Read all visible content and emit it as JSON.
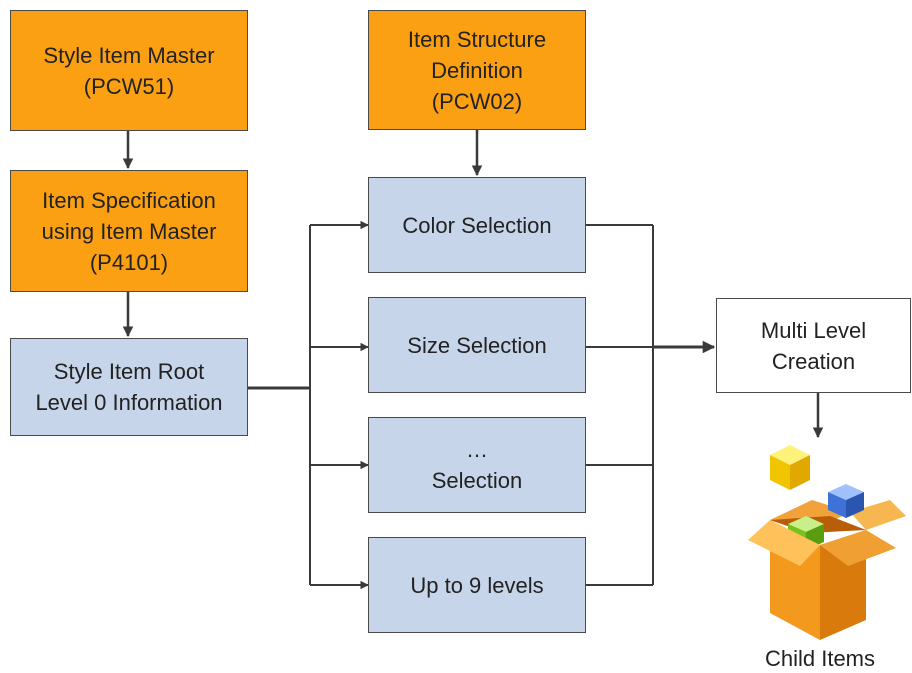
{
  "colors": {
    "orange_fill": "#fba012",
    "blue_fill": "#c6d5e9",
    "white_fill": "#ffffff",
    "stroke": "#4a4a4a",
    "arrow": "#3a3a3a"
  },
  "boxes": {
    "style_item_master": {
      "line1": "Style Item Master",
      "line2": "(PCW51)"
    },
    "item_specification": {
      "line1": "Item Specification",
      "line2": "using Item Master",
      "line3": "(P4101)"
    },
    "style_item_root": {
      "line1": "Style Item Root",
      "line2": "Level 0 Information"
    },
    "item_structure_definition": {
      "line1": "Item Structure",
      "line2": "Definition",
      "line3": "(PCW02)"
    },
    "color_selection": {
      "line1": "Color Selection"
    },
    "size_selection": {
      "line1": "Size Selection"
    },
    "ellipsis_selection": {
      "line1": "…",
      "line2": "Selection"
    },
    "up_to_9_levels": {
      "line1": "Up to 9 levels"
    },
    "multi_level_creation": {
      "line1": "Multi Level",
      "line2": "Creation"
    }
  },
  "child_items": {
    "label": "Child Items",
    "icon": "open-box-with-cubes-icon"
  }
}
